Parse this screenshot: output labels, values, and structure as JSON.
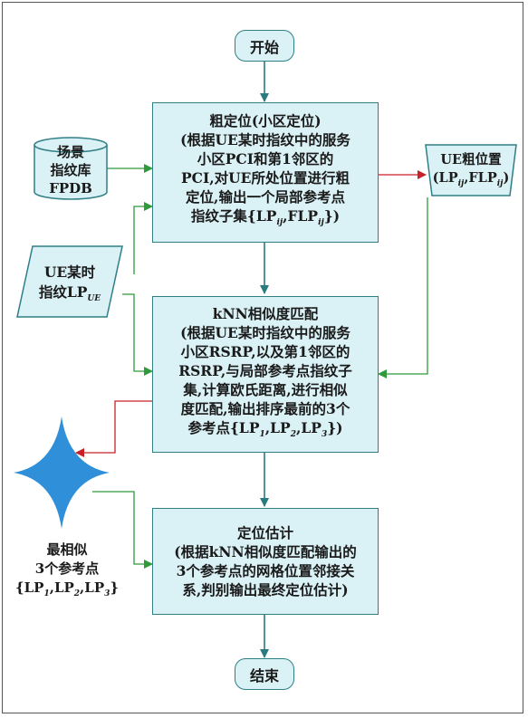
{
  "start": "开始",
  "end": "结束",
  "db": {
    "lines": [
      "场景",
      "指纹库",
      "FPDB"
    ]
  },
  "step1": {
    "lines": [
      "粗定位(小区定位)",
      "(根据UE某时指纹中的服务",
      "小区PCI和第1邻区的",
      "PCI,对UE所处位置进行粗",
      "定位,输出一个局部参考点"
    ],
    "last": "指纹子集{LP",
    "sub1": "ij",
    "mid": ",FLP",
    "sub2": "ij",
    "end": "})"
  },
  "coarse": {
    "line1": "UE粗位置",
    "pre": "(LP",
    "sub1": "ij",
    "mid": ",FLP",
    "sub2": "ij",
    "end": ")"
  },
  "input": {
    "line1": "UE某时",
    "line2": "指纹LP",
    "sub": "UE"
  },
  "step2": {
    "lines": [
      "kNN相似度匹配",
      "(根据UE某时指纹中的服务",
      "小区RSRP,以及第1邻区的",
      "RSRP,与局部参考点指纹子",
      "集,计算欧氏距离,进行相似",
      "度匹配,输出排序最前的3个"
    ],
    "last": "参考点{LP",
    "s1": "1",
    "c1": ",LP",
    "s2": "2",
    "c2": ",LP",
    "s3": "3",
    "end": "})"
  },
  "topk": {
    "line1": "最相似",
    "line2": "3个参考点",
    "pre": "{LP",
    "s1": "1",
    "c1": ",LP",
    "s2": "2",
    "c2": ",LP",
    "s3": "3",
    "end": "}"
  },
  "step3": {
    "lines": [
      "定位估计",
      "(根据kNN相似度匹配输出的",
      "3个参考点的网格位置邻接关",
      "系,判别输出最终定位估计)"
    ]
  },
  "colors": {
    "box_fill": "#daf1f5",
    "box_border": "#2f7f86",
    "teal_arrow": "#2a7a80",
    "green_arrow": "#2e9a3a",
    "red_arrow": "#c8202a",
    "star": "#2f8fd8"
  }
}
